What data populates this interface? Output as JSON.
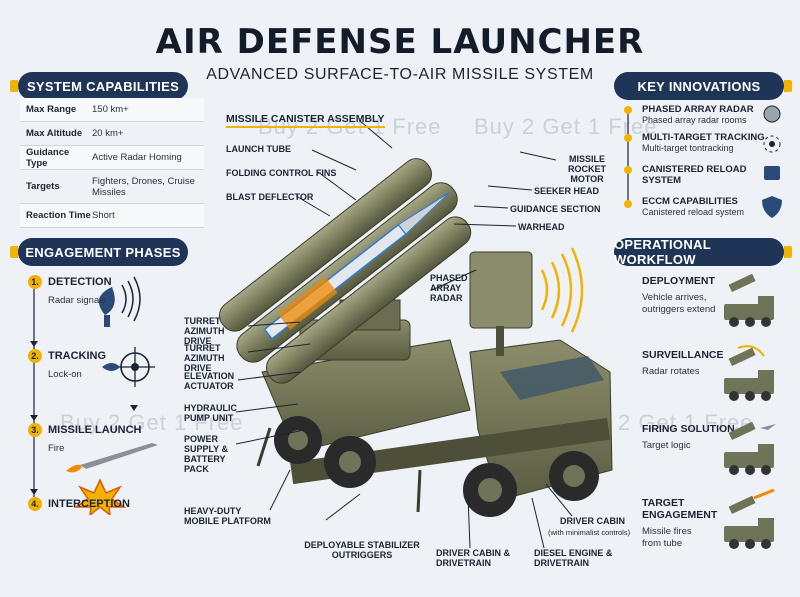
{
  "header": {
    "title": "AIR DEFENSE LAUNCHER",
    "subtitle": "ADVANCED SURFACE-TO-AIR MISSILE SYSTEM"
  },
  "system_capabilities": {
    "heading": "SYSTEM CAPABILITIES",
    "rows": [
      {
        "label": "Max Range",
        "value": "150 km+"
      },
      {
        "label": "Max Altitude",
        "value": "20 km+"
      },
      {
        "label": "Guidance Type",
        "value": "Active Radar Homing"
      },
      {
        "label": "Targets",
        "value": "Fighters, Drones, Cruise Missiles"
      },
      {
        "label": "Reaction Time",
        "value": "Short"
      }
    ]
  },
  "engagement_phases": {
    "heading": "ENGAGEMENT PHASES",
    "phases": [
      {
        "num": "1.",
        "title": "DETECTION",
        "sub": "Radar signals"
      },
      {
        "num": "2.",
        "title": "TRACKING",
        "sub": "Lock-on"
      },
      {
        "num": "3.",
        "title": "MISSILE LAUNCH",
        "sub": "Fire"
      },
      {
        "num": "4.",
        "title": "INTERCEPTION",
        "sub": ""
      }
    ]
  },
  "key_innovations": {
    "heading": "KEY INNOVATIONS",
    "items": [
      {
        "title": "PHASED ARRAY RADAR",
        "sub": "Phased array radar rooms"
      },
      {
        "title": "MULTI-TARGET TRACKING",
        "sub": "Multi-target tontracking"
      },
      {
        "title": "CANISTERED RELOAD SYSTEM",
        "sub": ""
      },
      {
        "title": "ECCM CAPABILITIES",
        "sub": "Canistered reload system"
      }
    ]
  },
  "operational_workflow": {
    "heading": "OPERATIONAL WORKFLOW",
    "steps": [
      {
        "title": "DEPLOYMENT",
        "sub": "Vehicle arrives, outriggers extend"
      },
      {
        "title": "SURVEILLANCE",
        "sub": "Radar rotates"
      },
      {
        "title": "FIRING SOLUTION",
        "sub": "Target logic"
      },
      {
        "title": "TARGET ENGAGEMENT",
        "sub": "Missile fires from tube"
      }
    ]
  },
  "callouts": {
    "missile_canister": "MISSILE CANISTER ASSEMBLY",
    "launch_tube": "LAUNCH TUBE",
    "folding_fins": "FOLDING CONTROL FINS",
    "blast_deflector": "BLAST DEFLECTOR",
    "missile_rocket_motor": "MISSILE ROCKET MOTOR",
    "seeker_head": "SEEKER HEAD",
    "guidance_section": "GUIDANCE SECTION",
    "warhead": "WARHEAD",
    "phased_array_radar": "PHASED ARRAY RADAR",
    "turret_azimuth_1": "TURRET AZIMUTH DRIVE",
    "turret_azimuth_2": "TURRET AZIMUTH DRIVE",
    "elevation_actuator": "ELEVATION ACTUATOR",
    "hydraulic_pump": "HYDRAULIC PUMP UNIT",
    "power_supply": "POWER SUPPLY & BATTERY PACK",
    "platform": "HEAVY-DUTY MOBILE PLATFORM",
    "stabilizer": "DEPLOYABLE STABILIZER OUTRIGGERS",
    "driver_cabin_drivetrain": "DRIVER CABIN & DRIVETRAIN",
    "diesel_engine": "DIESEL ENGINE & DRIVETRAIN",
    "driver_cabin": "DRIVER CABIN",
    "driver_cabin_sub": "(with minimalist controls)"
  },
  "watermark": "Buy 2 Get 1 Free",
  "colors": {
    "navy": "#1f3558",
    "accent": "#f2b200",
    "olive": "#7b7d5c"
  }
}
